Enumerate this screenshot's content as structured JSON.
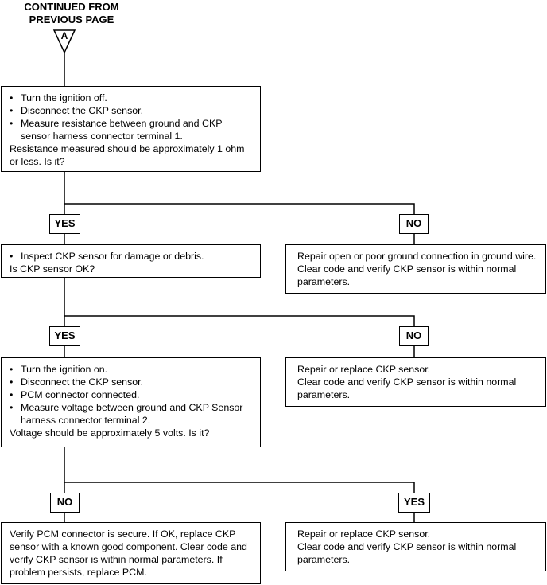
{
  "header": {
    "line1": "CONTINUED FROM",
    "line2": "PREVIOUS PAGE",
    "connector": "A"
  },
  "step1": {
    "bullets": [
      "Turn the ignition off.",
      "Disconnect the CKP sensor.",
      "Measure resistance between ground and CKP sensor harness connector terminal 1."
    ],
    "question": "Resistance measured should be approximately 1 ohm or less. Is it?",
    "yes_label": "YES",
    "no_label": "NO",
    "no_result": "Repair open or poor ground connection in ground wire. Clear code and verify CKP sensor is within normal parameters."
  },
  "step2": {
    "bullets": [
      "Inspect CKP sensor for damage or debris."
    ],
    "question": "Is CKP sensor OK?",
    "yes_label": "YES",
    "no_label": "NO",
    "no_result_line1": "Repair or replace CKP sensor.",
    "no_result_line2": "Clear code and verify CKP sensor is within normal parameters."
  },
  "step3": {
    "bullets": [
      "Turn the ignition on.",
      "Disconnect the CKP sensor.",
      "PCM connector connected.",
      "Measure voltage between ground and CKP Sensor harness connector terminal 2."
    ],
    "question": "Voltage should be approximately 5 volts. Is it?",
    "no_label": "NO",
    "yes_label": "YES",
    "no_result": "Verify PCM connector is secure. If OK, replace CKP sensor with a known good component. Clear code and verify CKP sensor is within normal parameters.  If problem persists, replace PCM.",
    "yes_result_line1": "Repair or replace CKP sensor.",
    "yes_result_line2": "Clear code and verify CKP sensor is within normal parameters."
  }
}
